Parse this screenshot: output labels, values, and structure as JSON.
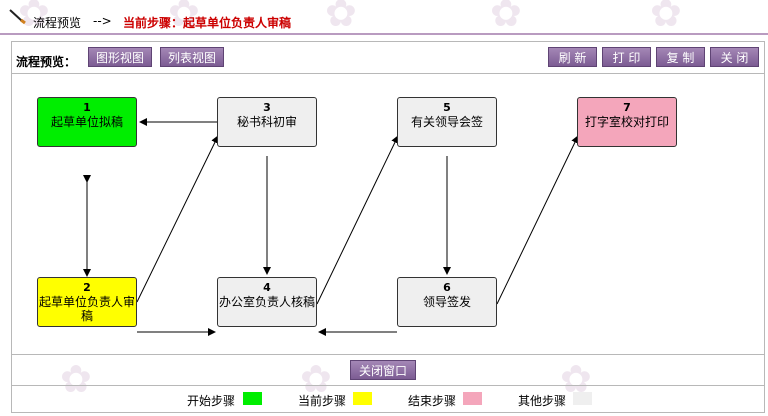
{
  "header": {
    "title": "流程预览",
    "arrow": "-->",
    "current_step": "当前步骤：起草单位负责人审稿"
  },
  "toolbar": {
    "label": "流程预览：",
    "view_graph": "图形视图",
    "view_list": "列表视图",
    "refresh": "刷 新",
    "print": "打 印",
    "copy": "复 制",
    "close": "关 闭"
  },
  "flow": {
    "nodes": [
      {
        "id": "1",
        "label": "起草单位拟稿",
        "status": "start",
        "color": "#00ee00"
      },
      {
        "id": "2",
        "label": "起草单位负责人审稿",
        "status": "current",
        "color": "#ffff00"
      },
      {
        "id": "3",
        "label": "秘书科初审",
        "status": "other",
        "color": "#efefef"
      },
      {
        "id": "4",
        "label": "办公室负责人核稿",
        "status": "other",
        "color": "#efefef"
      },
      {
        "id": "5",
        "label": "有关领导会签",
        "status": "other",
        "color": "#efefef"
      },
      {
        "id": "6",
        "label": "领导签发",
        "status": "other",
        "color": "#efefef"
      },
      {
        "id": "7",
        "label": "打字室校对打印",
        "status": "end",
        "color": "#f4a6bb"
      }
    ]
  },
  "footer": {
    "close_window": "关闭窗口"
  },
  "legend": [
    {
      "label": "开始步骤",
      "color": "#00ee00"
    },
    {
      "label": "当前步骤",
      "color": "#ffff00"
    },
    {
      "label": "结束步骤",
      "color": "#f4a6bb"
    },
    {
      "label": "其他步骤",
      "color": "#efefef"
    }
  ]
}
